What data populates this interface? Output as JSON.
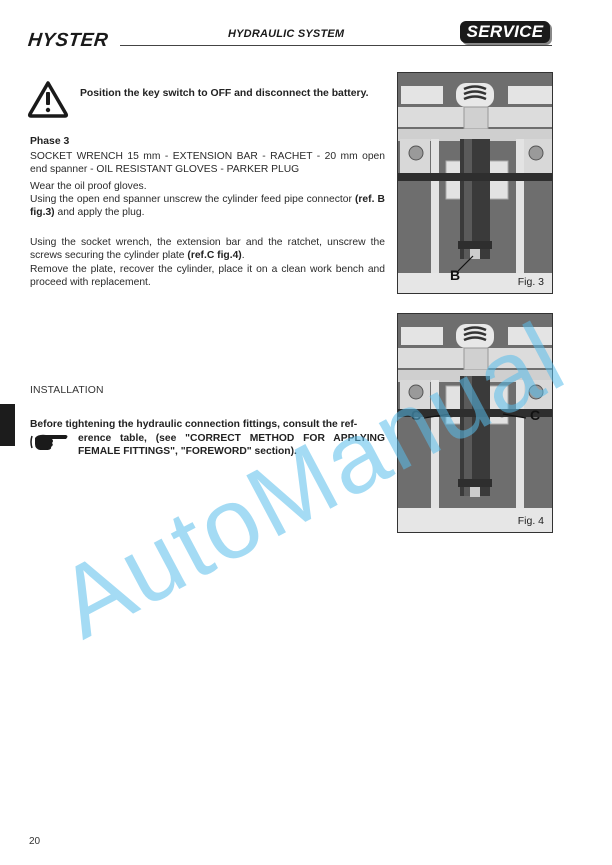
{
  "header": {
    "logo": "HYSTER",
    "section_title": "HYDRAULIC SYSTEM",
    "badge": "SERVICE"
  },
  "warning": {
    "icon": "warning-triangle-icon",
    "text": "Position the key switch to OFF and disconnect the battery."
  },
  "phase": {
    "title": "Phase 3",
    "tools": "SOCKET WRENCH 15 mm - EXTENSION BAR - RACHET - 20 mm open end spanner  - OIL RESISTANT GLOVES - PARKER PLUG",
    "step1": "Wear the oil proof gloves.",
    "step2_prefix": "Using the open end spanner unscrew the cylinder feed pipe connector ",
    "step2_ref": "(ref. B fig.3)",
    "step2_suffix": " and apply the plug.",
    "step3_prefix": "Using the socket wrench, the extension bar and the ratchet, unscrew the screws securing the cylinder plate ",
    "step3_ref": "(ref.C fig.4)",
    "step3_suffix": ".",
    "step4": "Remove the plate, recover the cylinder, place it on a clean work bench and proceed with replacement."
  },
  "installation": {
    "heading": "INSTALLATION",
    "note_icon": "pointing-hand-icon",
    "note_line1": "Before tightening the hydraulic connection fittings, consult the ref-",
    "note_rest": "erence table, (see \"CORRECT METHOD FOR APPLYING FEMALE FITTINGS\", \"FOREWORD\" section)."
  },
  "figures": [
    {
      "label": "Fig. 3",
      "callouts": [
        "B"
      ]
    },
    {
      "label": "Fig. 4",
      "callouts": [
        "C",
        "C"
      ]
    }
  ],
  "watermark": "AutoManual",
  "page_number": "20",
  "colors": {
    "watermark": "#5abeeb",
    "badge_bg": "#1a1a1a",
    "figure_bg": "#6f6f6f"
  }
}
